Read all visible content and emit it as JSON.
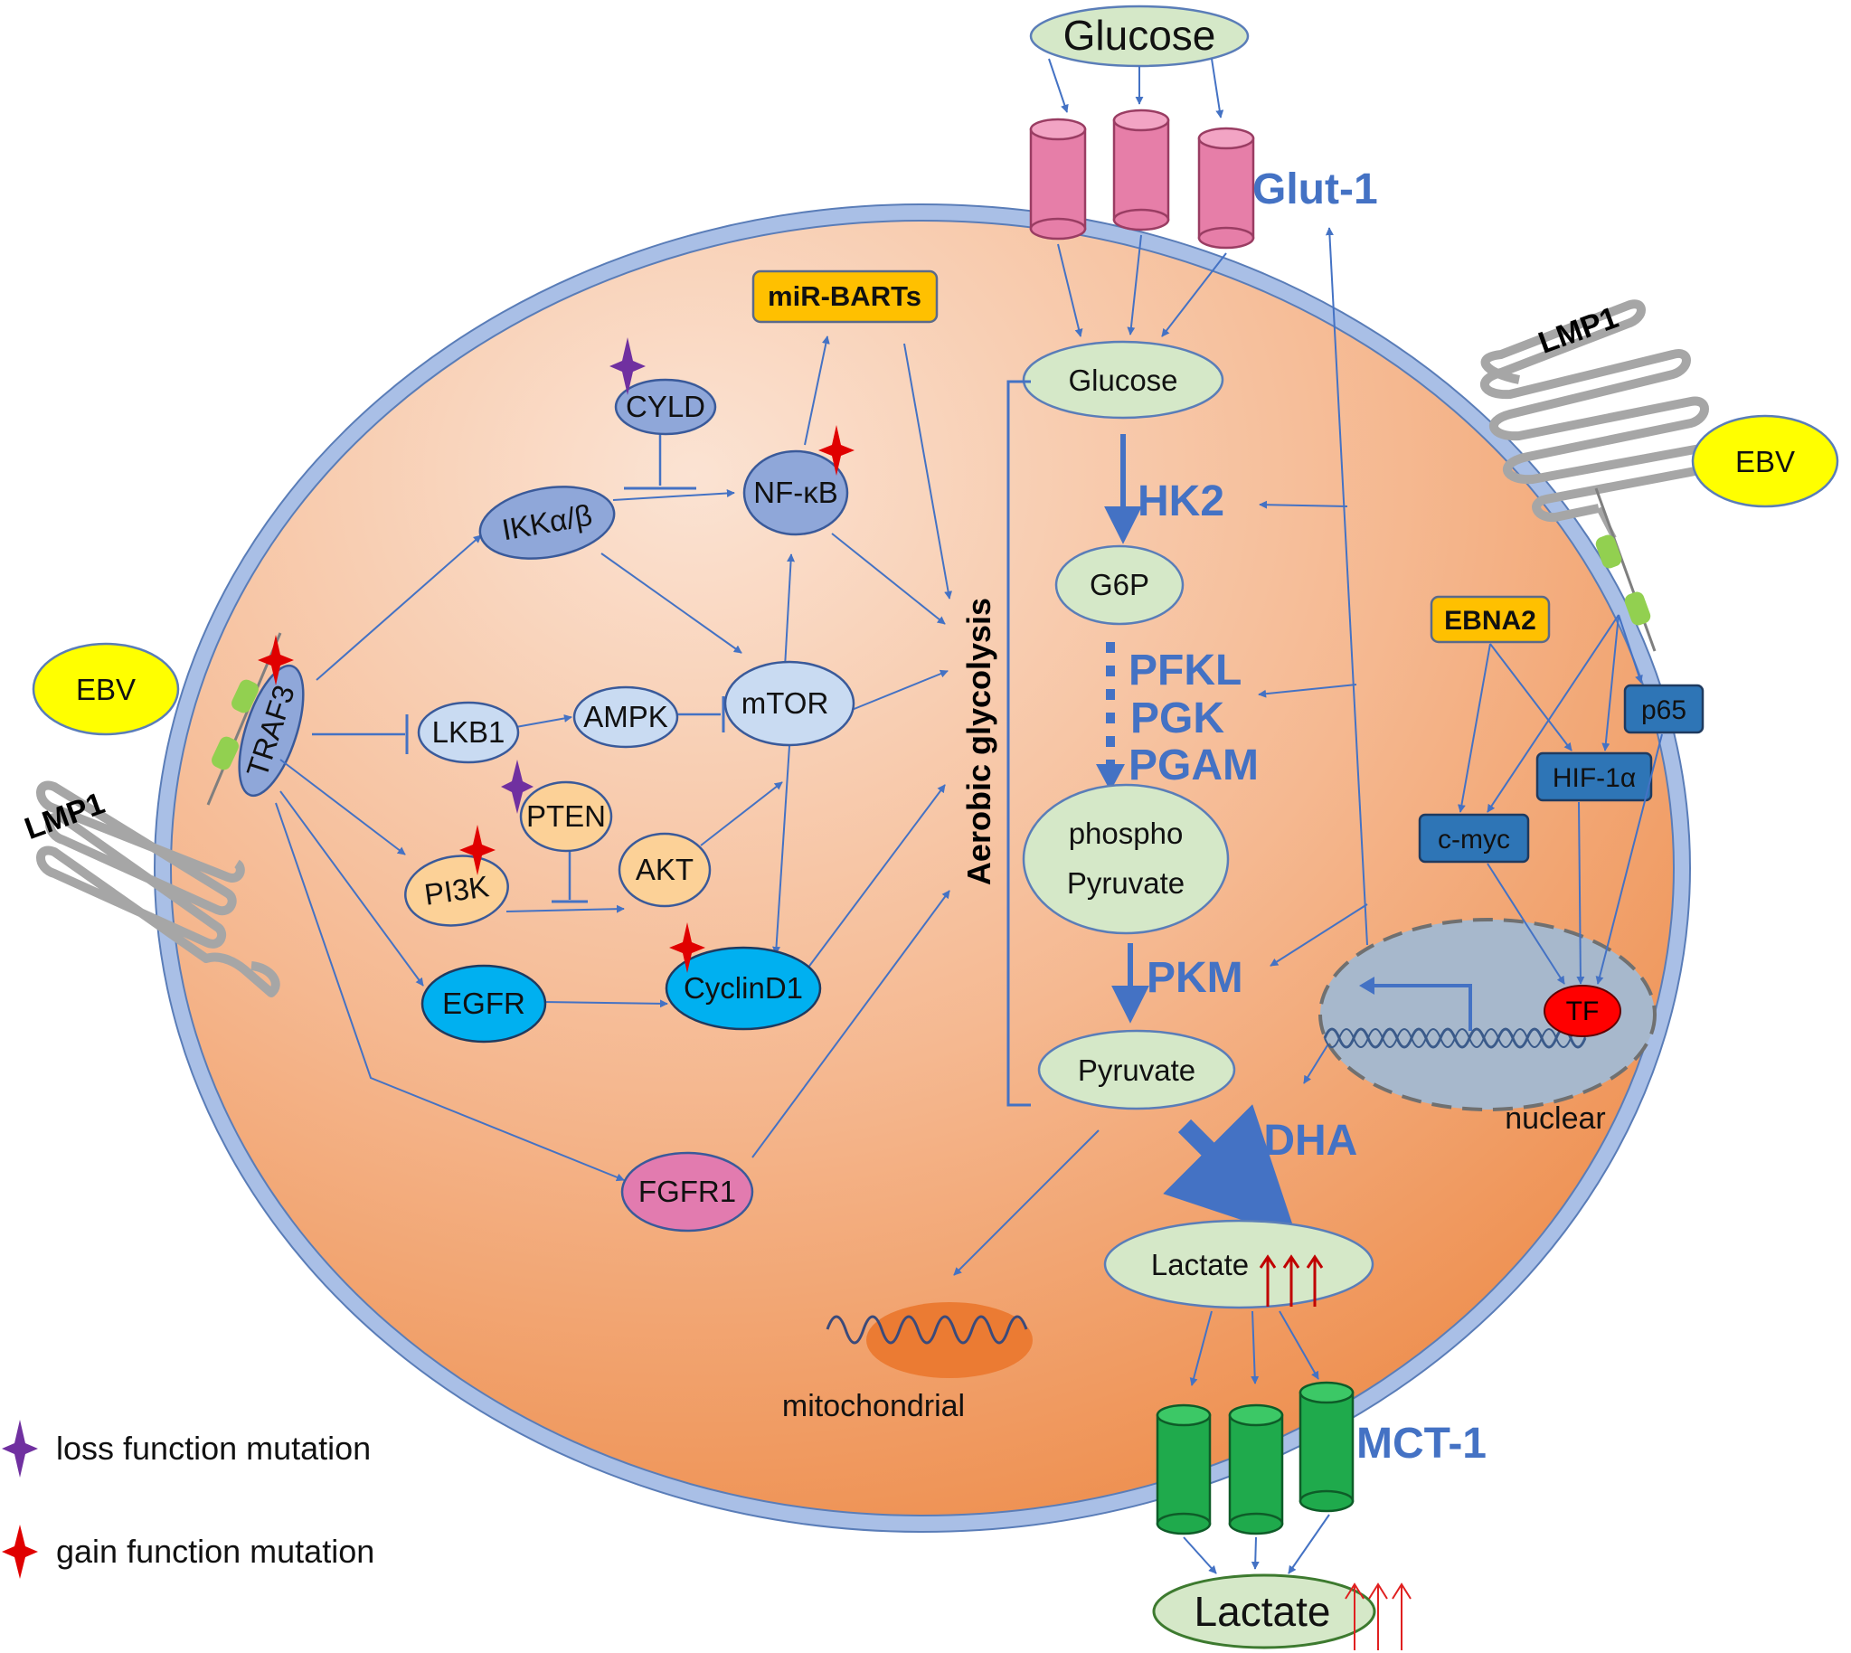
{
  "colors": {
    "membrane": "#A9BFE6",
    "cytoplasm_light": "#FBE3D3",
    "cytoplasm_dark": "#EE8F4F",
    "arrow": "#4472C4",
    "metabolite": "#D5E8C8",
    "transporter_glut": "#E67EA8",
    "transporter_mct": "#1FAA4C",
    "ebv": "#FFFF00",
    "loss_mutation": "#7030A0",
    "gain_mutation": "#E00000"
  },
  "labels": {
    "glucose_out": "Glucose",
    "glut1": "Glut-1",
    "glucose_in": "Glucose",
    "hk2": "HK2",
    "g6p": "G6P",
    "pfkl": "PFKL",
    "pgk": "PGK",
    "pgam": "PGAM",
    "phospho_line1": "phospho",
    "phospho_line2": "Pyruvate",
    "pkm": "PKM",
    "pyruvate": "Pyruvate",
    "ldha": "LDHA",
    "lactate_in": "Lactate",
    "mct1": "MCT-1",
    "lactate_out": "Lactate",
    "aerobic_glycolysis": "Aerobic glycolysis",
    "mitochondrial": "mitochondrial",
    "nuclear": "nuclear",
    "tf": "TF",
    "mir_barts": "miR-BARTs",
    "cyld": "CYLD",
    "nfkb": "NF-κB",
    "ikk": "IKKα/β",
    "traf3": "TRAF3",
    "lkb1": "LKB1",
    "ampk": "AMPK",
    "mtor": "mTOR",
    "pten": "PTEN",
    "pi3k": "PI3K",
    "akt": "AKT",
    "egfr": "EGFR",
    "cyclind1": "CyclinD1",
    "fgfr1": "FGFR1",
    "ebv_left": "EBV",
    "ebv_right": "EBV",
    "lmp1_left": "LMP1",
    "lmp1_right": "LMP1",
    "ebna2": "EBNA2",
    "p65": "p65",
    "hif1a": "HIF-1α",
    "cmyc": "c-myc"
  },
  "legend": {
    "loss": "loss function mutation",
    "gain": "gain function mutation"
  }
}
